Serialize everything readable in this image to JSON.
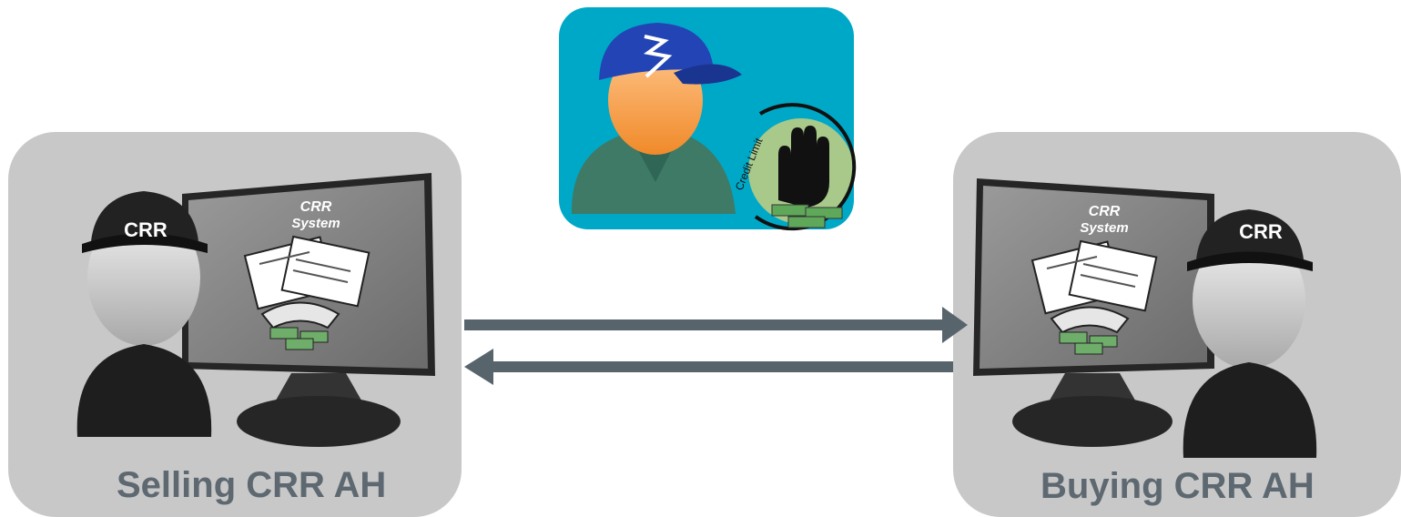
{
  "left_panel": {
    "label": "Selling CRR AH",
    "monitor_title_1": "CRR",
    "monitor_title_2": "System",
    "cap_text": "CRR"
  },
  "right_panel": {
    "label": "Buying CRR AH",
    "monitor_title_1": "CRR",
    "monitor_title_2": "System",
    "cap_text": "CRR"
  },
  "operator_card": {
    "credit_text": "Credit Limit"
  },
  "colors": {
    "panel_bg": "#c8c8c8",
    "label_text": "#5d6870",
    "card_bg": "#00a8c8",
    "arrow": "#57646c",
    "cap_blue": "#1f3fa8"
  },
  "arrows": [
    "right-arrow",
    "left-arrow"
  ]
}
